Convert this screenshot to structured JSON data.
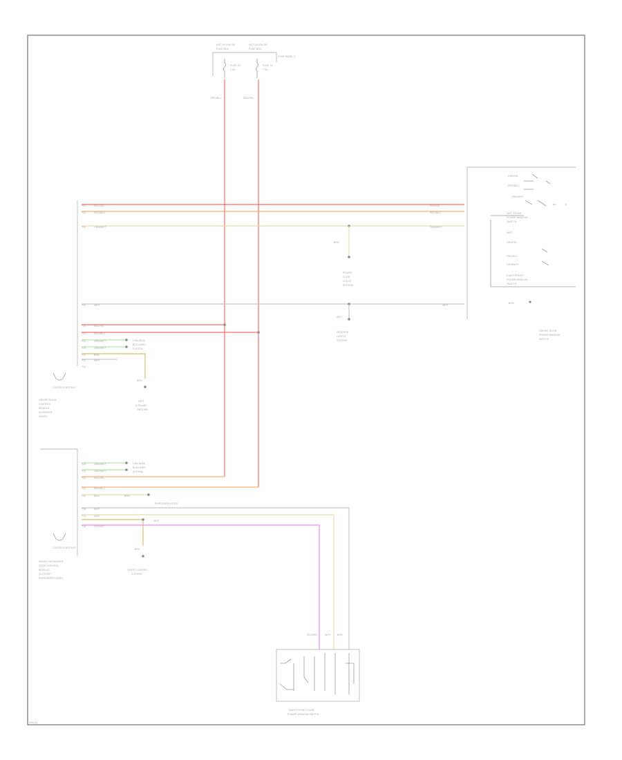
{
  "fuses": {
    "left_top": "HOT W/ IGN ON",
    "left_mid": "FUSE BOX",
    "right_top": "HOT W/ IGN ON",
    "right_mid": "FUSE BOX",
    "panel": "FUSE PANEL C",
    "left_fuse": "FUSE 25",
    "left_amps": "7.5A",
    "right_fuse": "FUSE 31",
    "right_amps": "7.5A",
    "left_wire": "RED/BLU",
    "right_wire": "RED/YEL"
  },
  "driver_module": {
    "label_lines": [
      "DRIVER DOOR",
      "CONTROL",
      "MODULE",
      "(IN DRIVER",
      "DOOR)"
    ],
    "pins": [
      "T20",
      "T20",
      "T20",
      "T20",
      "T20",
      "T20"
    ],
    "wires": [
      "RED/YEL",
      "RED/BLU",
      "GRN/WHT",
      "GRN/WHT",
      "BRN",
      "WHT"
    ],
    "can_label_lines": [
      "CAN DATA",
      "BUS LINES",
      "SYSTEM"
    ],
    "ground_label_lines": [
      "LEFT",
      "A-PILLAR",
      "GROUND"
    ],
    "ground_wire": "BRN",
    "connector_label": "T32",
    "body_label": "CONTROL MODULE"
  },
  "passenger_module": {
    "label_lines": [
      "FRONT PASSENGER",
      "DOOR CONTROL",
      "MODULE",
      "(IN FRONT",
      "PASSENGER DOOR)"
    ],
    "pins": [
      "T20",
      "T20",
      "T20",
      "T20",
      "T20",
      "T16",
      "T16",
      "T16"
    ],
    "wires": [
      "GRN/WHT",
      "GRN/WHT",
      "RED/YEL",
      "RED/BLU",
      "BRN",
      "WHT",
      "WHT",
      "VIO/WHT"
    ],
    "can_label_lines": [
      "CAN DATA",
      "BUS LINES",
      "SYSTEM"
    ],
    "ground_wire": "BRN",
    "ground_label_lines": [
      "DOOR LOCKING",
      "SYSTEM"
    ],
    "body_label": "CONTROL MODULE",
    "pwr_label": "PWR DOOR LOCKS"
  },
  "center_labels": {
    "door_lock_lines": [
      "POWER",
      "DOOR",
      "LOCKS",
      "SYSTEM"
    ],
    "interior_lines": [
      "INTERIOR",
      "LIGHTS",
      "SYSTEM"
    ],
    "wire_brn": "BRN",
    "wire_wht": "WHT"
  },
  "driver_switch": {
    "wires": [
      "RED/YEL",
      "RED/BLU",
      "GRN/WHT",
      "WHT"
    ],
    "label_lines": [
      "DRIVER DOOR",
      "POWER WINDOW",
      "SWITCH"
    ],
    "inner_lines": [
      "LEFT FRONT",
      "POWER WINDOW",
      "SWITCH",
      "RIGHT FRONT",
      "POWER WINDOW",
      "SWITCH"
    ],
    "ground_wire": "BRN"
  },
  "rf_switch": {
    "wires": [
      "VIO/WHT",
      "WHT",
      "BRN"
    ],
    "label_lines": [
      "RIGHT FRONT DOOR",
      "POWER WINDOW SWITCH"
    ]
  },
  "footer": "W30/14"
}
